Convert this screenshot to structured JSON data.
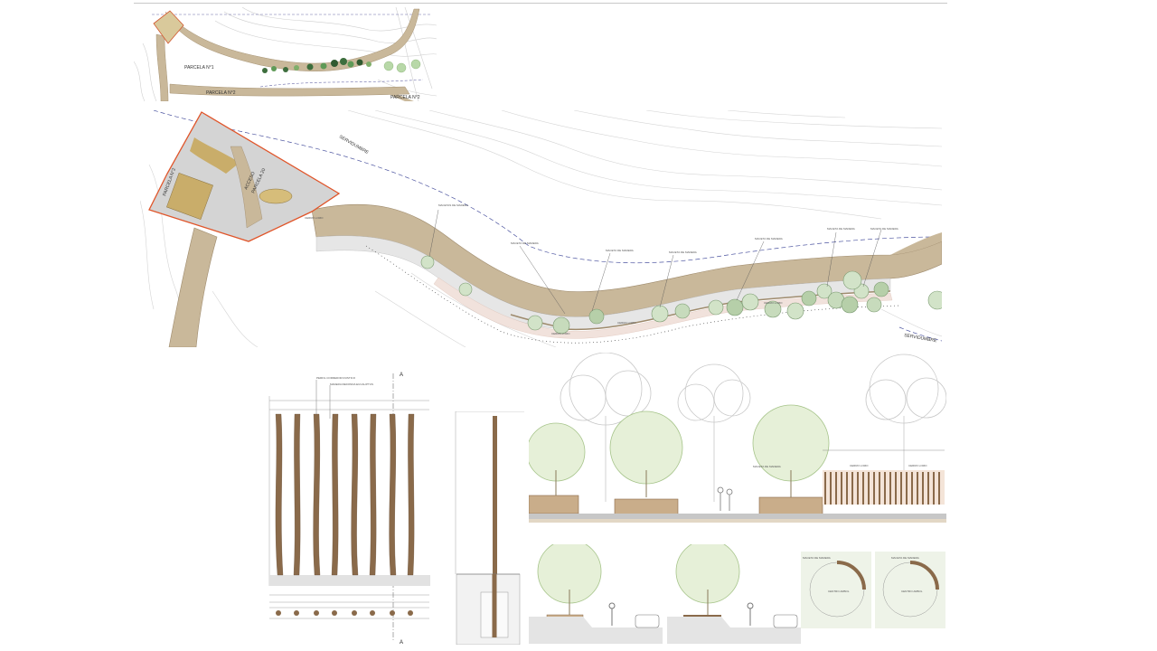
{
  "key_plan": {
    "labels": [
      "PARCELA N°1",
      "PARCELA N°2",
      "PARCELA N°2"
    ]
  },
  "site_plan": {
    "servidumbre_1": "SERVIDUMBRE",
    "servidumbre_2": "SERVIDUMBRE",
    "parcela_label": "PARCELA N°2",
    "acceso": "ACCESO",
    "parcela_20": "PARCELA 20",
    "cerco_1": "CERRO LOMO",
    "cerco_2": "CERRO LOMO",
    "cerco_3": "CERRO LOMO",
    "cerco_4": "CERRO LOMO"
  },
  "elevation": {
    "marker": "A",
    "marker_bottom": "A",
    "note_1": "PERFIL CORREDOR RUSTICO",
    "note_2": "MADERA REDONDA EUCALIPTUS"
  },
  "section": {
    "label_1": "CERRO LOMO",
    "label_2": "CERRO LOMO",
    "label_3": "MACETA DE MADERA"
  },
  "details": {
    "label_1": "CENTRO ARBOL",
    "label_2": "CENTRO ARBOL",
    "label_3": "MACETA DE MADERA",
    "label_4": "MACETA DE MADERA"
  }
}
